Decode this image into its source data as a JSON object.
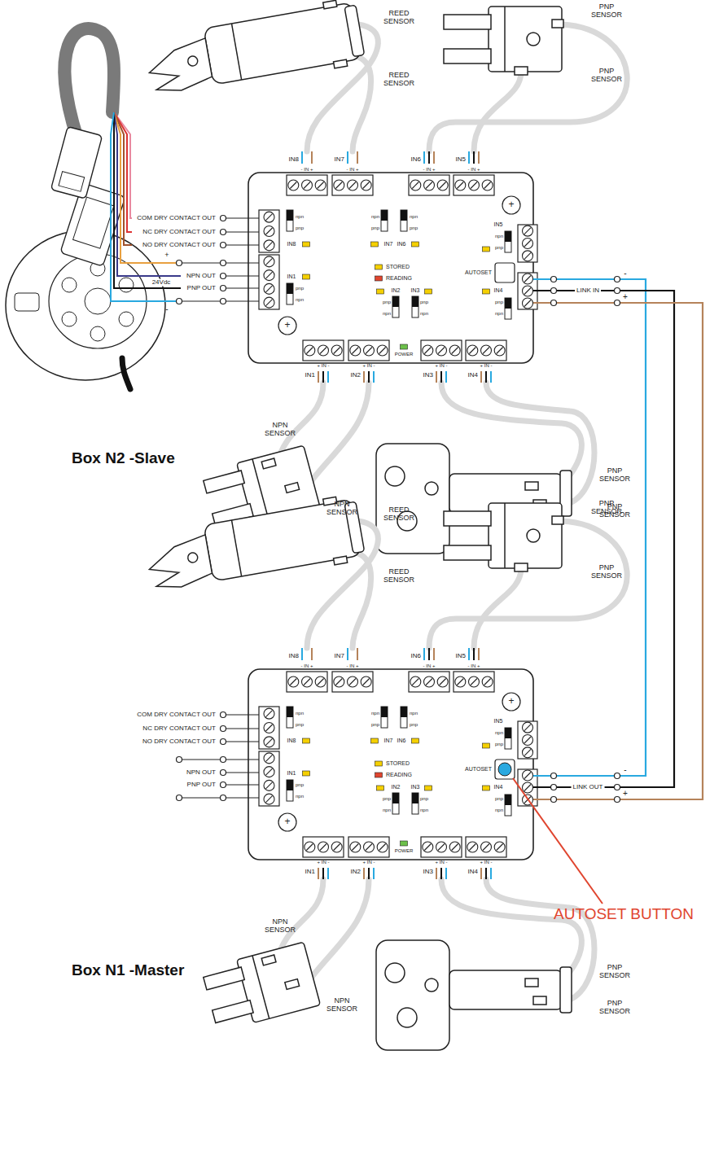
{
  "diagram": {
    "nodes": [
      {
        "text": [
          "Box N2 -Slave"
        ]
      },
      {
        "text": [
          "Box N1 -Master"
        ]
      }
    ],
    "edges": [
      {
        "from": 0,
        "to": 1,
        "arrow": "none"
      },
      {
        "from": 0,
        "to": 1,
        "arrow": "none"
      },
      {
        "from": 0,
        "to": 1,
        "arrow": "none"
      }
    ],
    "labels": [
      "REED SENSOR",
      "REED SENSOR",
      "PNP SENSOR",
      "PNP SENSOR",
      "IN8",
      "- IN +",
      "IN7",
      "- IN +",
      "IN6",
      "- IN +",
      "IN5",
      "- IN +",
      "COM DRY CONTACT OUT",
      "NC DRY CONTACT OUT",
      "NO DRY CONTACT OUT",
      "NPN OUT",
      "PNP OUT",
      "npn",
      "pnp",
      "IN8",
      "npn",
      "pnp",
      "npn",
      "pnp",
      "IN7",
      "IN6",
      "+",
      "IN5",
      "npn",
      "pnp",
      "STORED",
      "READING",
      "AUTOSET",
      "IN1",
      "pnp",
      "npn",
      "IN2",
      "IN3",
      "pnp",
      "npn",
      "pnp",
      "npn",
      "IN4",
      "pnp",
      "npn",
      "+",
      "POWER",
      "+ IN -",
      "IN1",
      "+ IN -",
      "IN2",
      "+ IN -",
      "IN3",
      "+ IN -",
      "IN4",
      "NPN SENSOR",
      "NPN SENSOR",
      "PNP SENSOR",
      "PNP SENSOR",
      "-",
      "+",
      "+",
      "24Vdc",
      "-",
      "LINK IN",
      "REED SENSOR",
      "REED SENSOR",
      "PNP SENSOR",
      "PNP SENSOR",
      "IN8",
      "- IN +",
      "IN7",
      "- IN +",
      "IN6",
      "- IN +",
      "IN5",
      "- IN +",
      "COM DRY CONTACT OUT",
      "NC DRY CONTACT OUT",
      "NO DRY CONTACT OUT",
      "NPN OUT",
      "PNP OUT",
      "npn",
      "pnp",
      "IN8",
      "npn",
      "pnp",
      "npn",
      "pnp",
      "IN7",
      "IN6",
      "+",
      "IN5",
      "npn",
      "pnp",
      "STORED",
      "READING",
      "AUTOSET",
      "IN1",
      "pnp",
      "npn",
      "IN2",
      "IN3",
      "pnp",
      "npn",
      "pnp",
      "npn",
      "IN4",
      "pnp",
      "npn",
      "+",
      "POWER",
      "+ IN -",
      "IN1",
      "+ IN -",
      "IN2",
      "+ IN -",
      "IN3",
      "+ IN -",
      "IN4",
      "NPN SENSOR",
      "NPN SENSOR",
      "PNP SENSOR",
      "PNP SENSOR",
      "-",
      "+",
      "LINK OUT",
      "AUTOSET BUTTON"
    ]
  }
}
